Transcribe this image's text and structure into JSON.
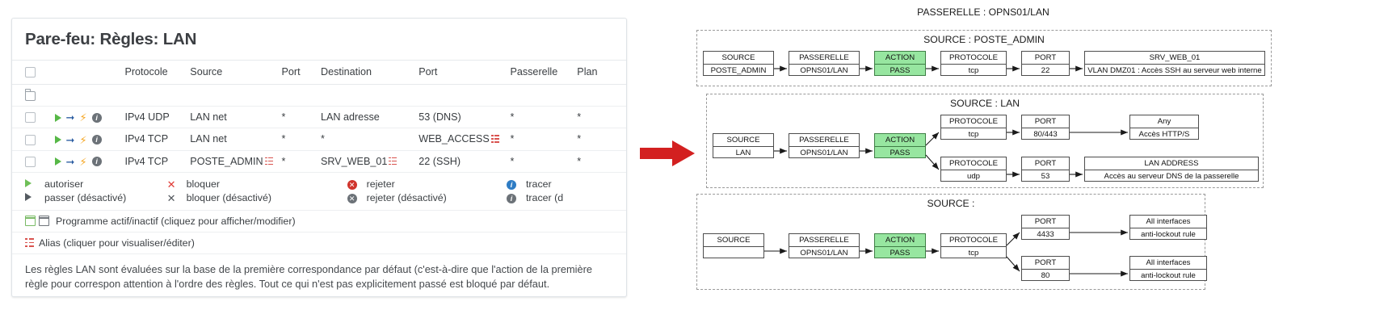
{
  "firewall": {
    "title": "Pare-feu: Règles: LAN",
    "columns": [
      "",
      "",
      "Protocole",
      "Source",
      "Port",
      "Destination",
      "Port",
      "Passerelle",
      "Plan"
    ],
    "rows": [
      {
        "checkbox": false,
        "icons": [
          "pass-triangle-icon",
          "arrow-icon",
          "bolt-icon",
          "info-icon"
        ],
        "protocol": "IPv4 UDP",
        "source": "LAN net",
        "source_alias": false,
        "source_port": "*",
        "destination": "LAN adresse",
        "destination_alias": false,
        "destination_port": "53 (DNS)",
        "destination_port_alias": false,
        "gateway": "*",
        "schedule": "*"
      },
      {
        "checkbox": false,
        "icons": [
          "pass-triangle-icon",
          "arrow-icon",
          "bolt-icon",
          "info-icon"
        ],
        "protocol": "IPv4 TCP",
        "source": "LAN net",
        "source_alias": false,
        "source_port": "*",
        "destination": "*",
        "destination_alias": false,
        "destination_port": "WEB_ACCESS",
        "destination_port_alias": true,
        "gateway": "*",
        "schedule": "*"
      },
      {
        "checkbox": false,
        "icons": [
          "pass-triangle-icon",
          "arrow-icon",
          "bolt-icon",
          "info-icon"
        ],
        "protocol": "IPv4 TCP",
        "source": "POSTE_ADMIN",
        "source_alias": true,
        "source_port": "*",
        "destination": "SRV_WEB_01",
        "destination_alias": true,
        "destination_port": "22 (SSH)",
        "destination_port_alias": false,
        "gateway": "*",
        "schedule": "*"
      }
    ],
    "legend": [
      {
        "icon": "pass-triangle-green-icon",
        "label": "autoriser"
      },
      {
        "icon": "block-x-red-icon",
        "label": "bloquer"
      },
      {
        "icon": "reject-circle-red-icon",
        "label": "rejeter"
      },
      {
        "icon": "log-info-blue-icon",
        "label": "tracer"
      },
      {
        "icon": "pass-triangle-grey-icon",
        "label": "passer (désactivé)"
      },
      {
        "icon": "block-x-grey-icon",
        "label": "bloquer (désactivé)"
      },
      {
        "icon": "reject-circle-grey-icon",
        "label": "rejeter (désactivé)"
      },
      {
        "icon": "log-info-grey-icon",
        "label": "tracer (d"
      }
    ],
    "schedule_note": "Programme actif/inactif (cliquez pour afficher/modifier)",
    "alias_note": "Alias (cliquer pour visualiser/éditer)",
    "footer_note": "Les règles LAN sont évaluées sur la base de la première correspondance par défaut (c'est-à-dire que l'action de la première règle pour correspon attention à l'ordre des règles. Tout ce qui n'est pas explicitement passé est bloqué par défaut."
  },
  "arrow": {
    "name": "red-right-arrow",
    "color": "#d32020"
  },
  "diagram": {
    "title": "PASSERELLE : OPNS01/LAN",
    "colors": {
      "action_fill": "#97e6a0",
      "box_border": "#4d4d4d",
      "group_border": "#9a9a9a"
    },
    "groups": [
      {
        "title": "SOURCE : POSTE_ADMIN",
        "chains": [
          [
            {
              "head": "SOURCE",
              "body": "POSTE_ADMIN"
            },
            {
              "head": "PASSERELLE",
              "body": "OPNS01/LAN"
            },
            {
              "head": "ACTION",
              "body": "PASS",
              "green": true
            },
            {
              "head": "PROTOCOLE",
              "body": "tcp"
            },
            {
              "head": "PORT",
              "body": "22"
            },
            {
              "head": "SRV_WEB_01",
              "body": "VLAN DMZ01 : Accès SSH au serveur web interne"
            }
          ]
        ]
      },
      {
        "title": "SOURCE : LAN",
        "chains": [
          [
            {
              "head": "SOURCE",
              "body": "LAN"
            },
            {
              "head": "PASSERELLE",
              "body": "OPNS01/LAN"
            },
            {
              "head": "ACTION",
              "body": "PASS",
              "green": true
            }
          ],
          [
            {
              "head": "PROTOCOLE",
              "body": "tcp"
            },
            {
              "head": "PORT",
              "body": "80/443"
            },
            {
              "head": "Any",
              "body": "Accès HTTP/S"
            }
          ],
          [
            {
              "head": "PROTOCOLE",
              "body": "udp"
            },
            {
              "head": "PORT",
              "body": "53"
            },
            {
              "head": "LAN ADDRESS",
              "body": "Accès au serveur DNS de la passerelle"
            }
          ]
        ]
      },
      {
        "title": "SOURCE :",
        "chains": [
          [
            {
              "head": "SOURCE",
              "body": ""
            },
            {
              "head": "PASSERELLE",
              "body": "OPNS01/LAN"
            },
            {
              "head": "ACTION",
              "body": "PASS",
              "green": true
            },
            {
              "head": "PROTOCOLE",
              "body": "tcp"
            }
          ],
          [
            {
              "head": "PORT",
              "body": "4433"
            },
            {
              "head": "All interfaces",
              "body": "anti-lockout rule"
            }
          ],
          [
            {
              "head": "PORT",
              "body": "80"
            },
            {
              "head": "All interfaces",
              "body": "anti-lockout rule"
            }
          ]
        ]
      }
    ]
  }
}
